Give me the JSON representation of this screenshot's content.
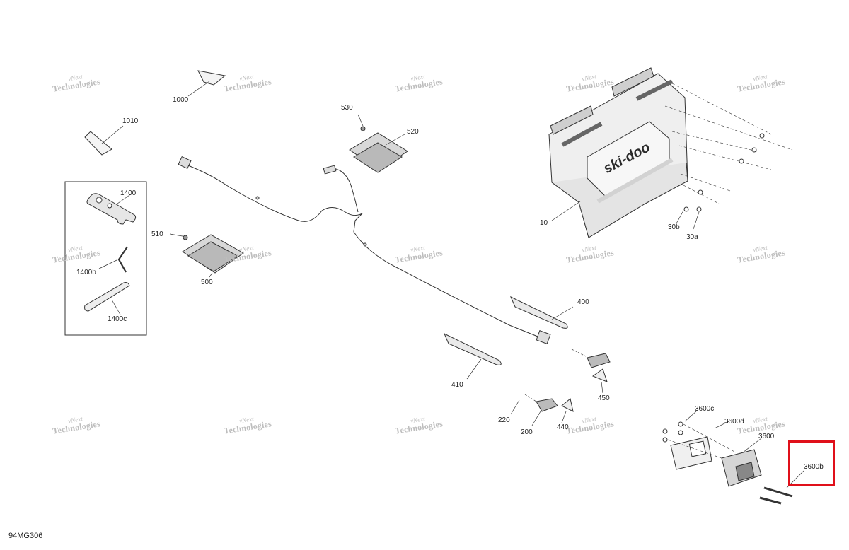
{
  "diagram_code": "94MG306",
  "watermark": {
    "line1": "vNext",
    "line2": "Technologies"
  },
  "brand_logo": "ski-doo",
  "highlight_color": "#e0101a",
  "parts": [
    "1000",
    "1010",
    "530",
    "520",
    "510",
    "500",
    "1400",
    "1400b",
    "1400c",
    "10",
    "30b",
    "30a",
    "400",
    "410",
    "450",
    "440",
    "220",
    "200",
    "3600c",
    "3600d",
    "3600",
    "3600b"
  ],
  "highlighted_part": "3600b"
}
